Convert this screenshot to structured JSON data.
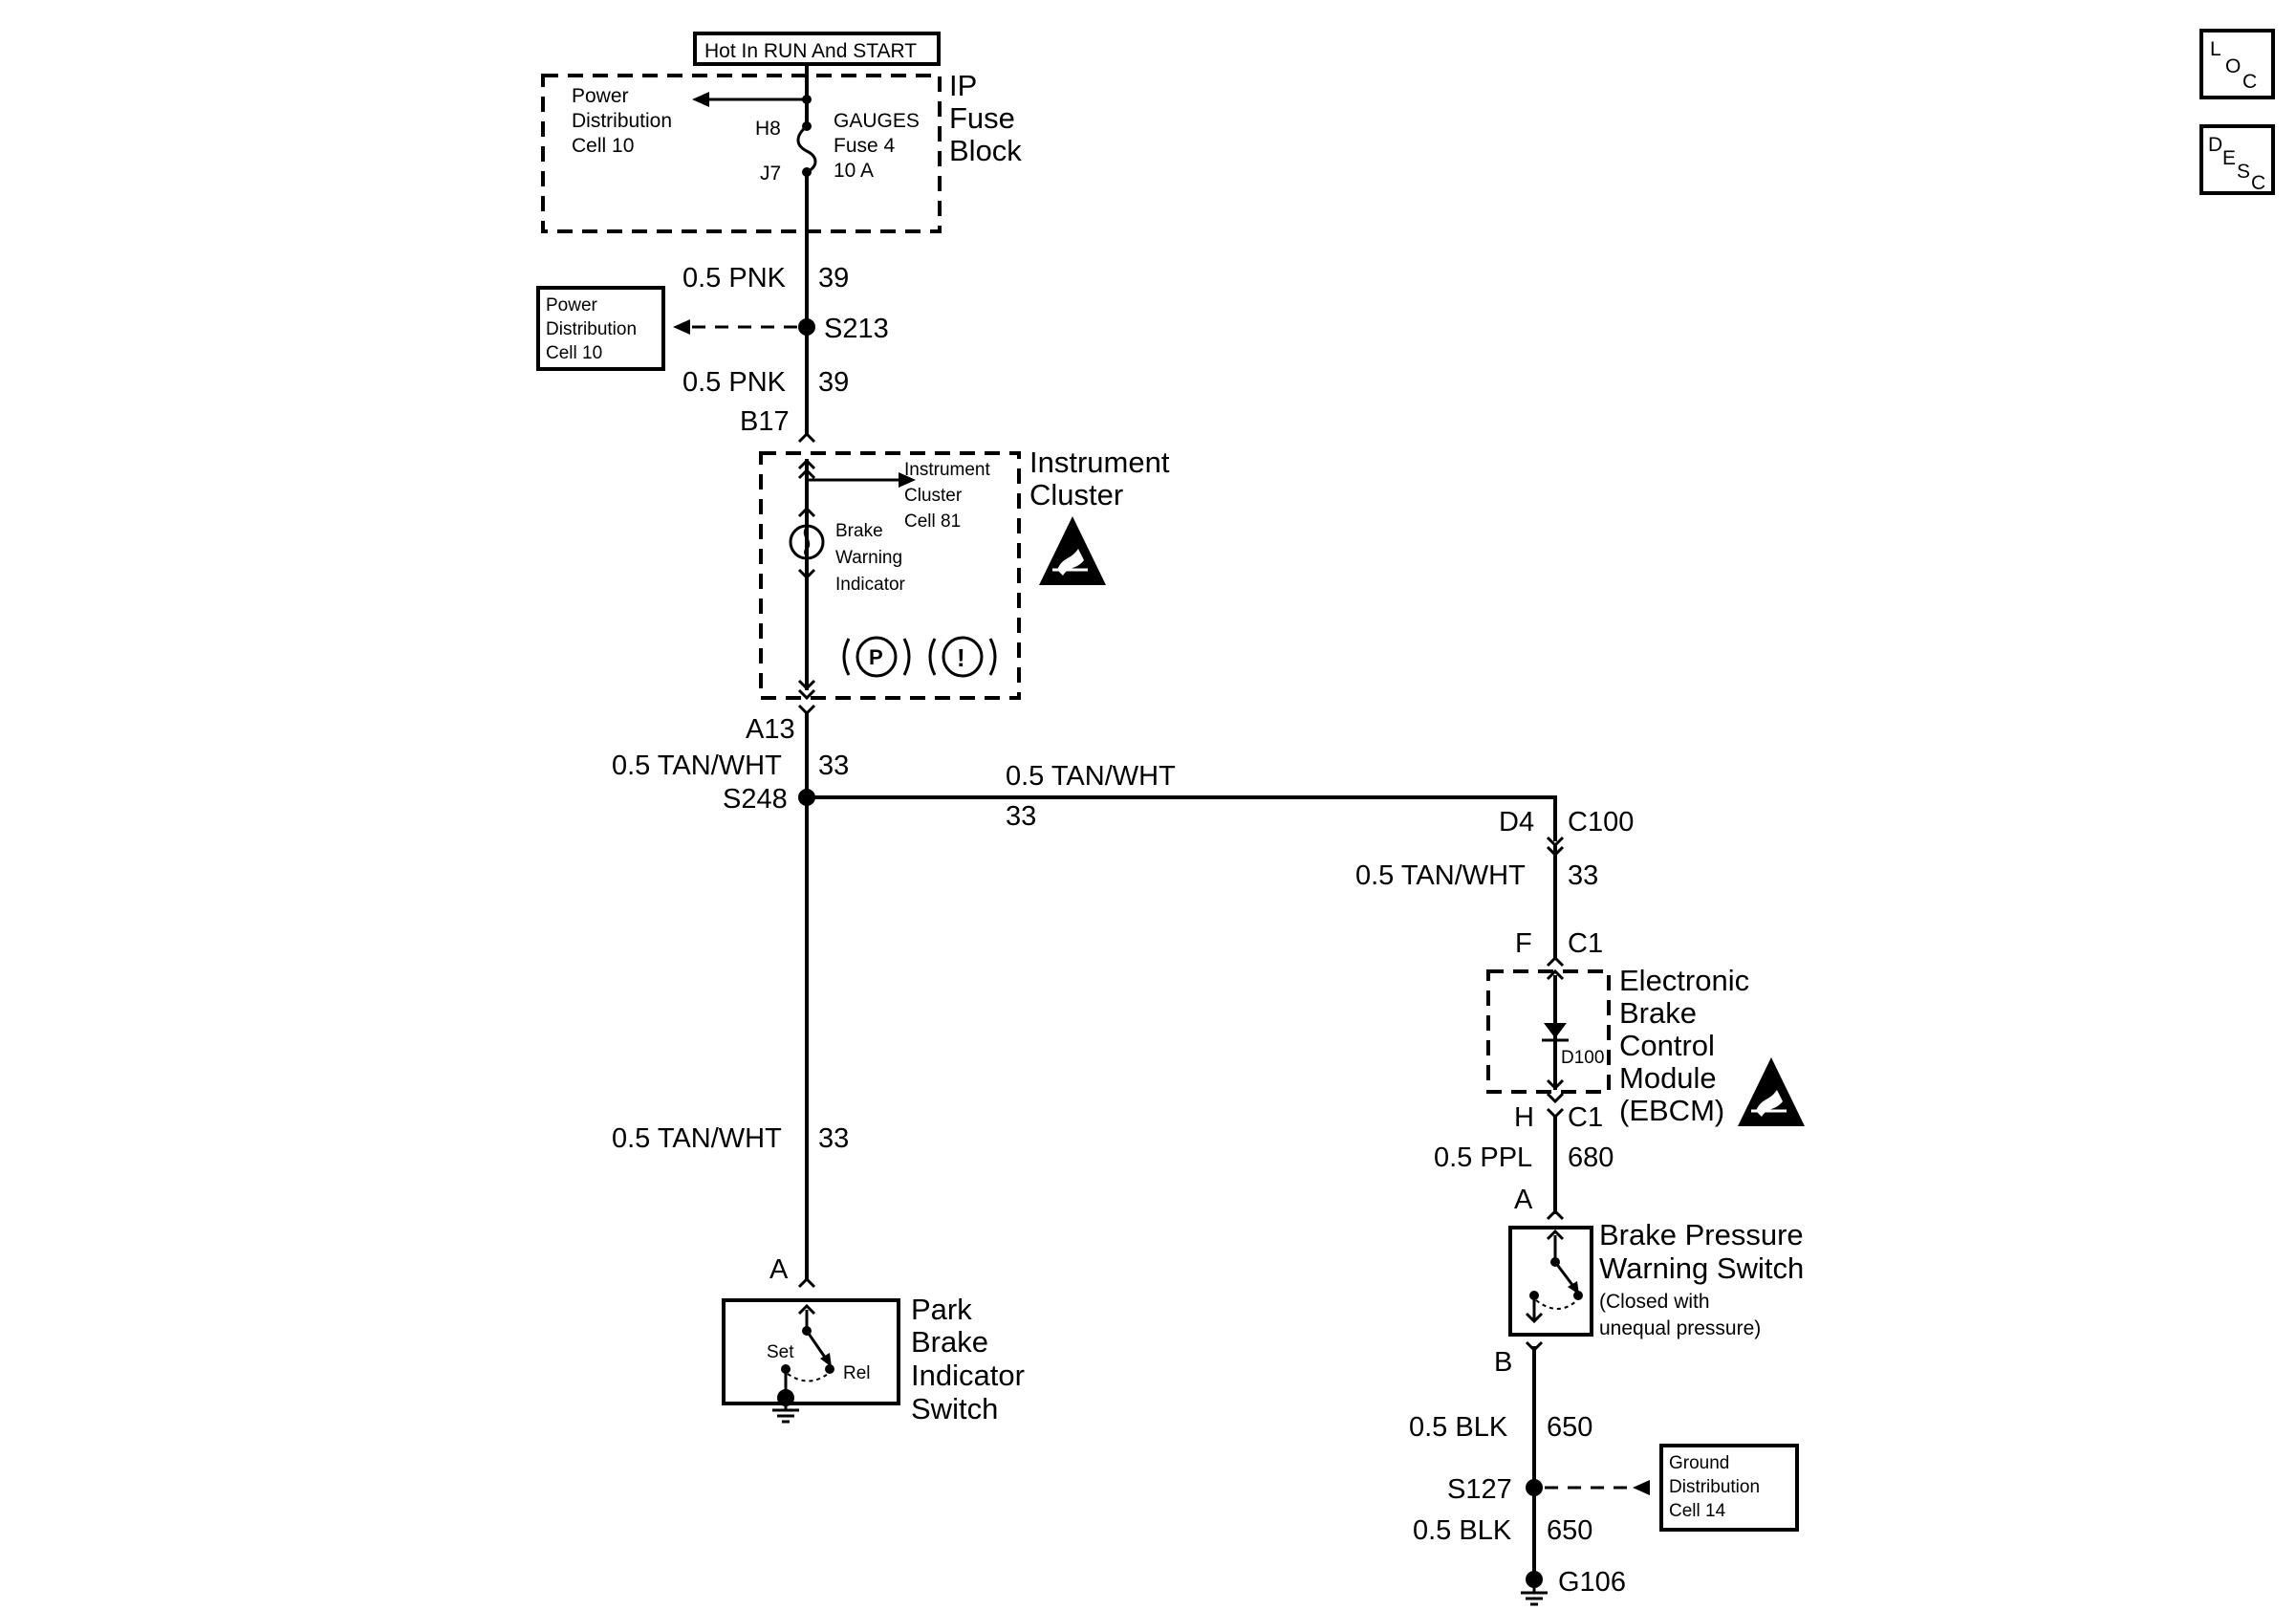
{
  "top": {
    "hot_label": "Hot In RUN And START"
  },
  "fuse_block": {
    "title_lines": [
      "IP",
      "Fuse",
      "Block"
    ],
    "pd_ref_lines": [
      "Power",
      "Distribution",
      "Cell 10"
    ],
    "pin_top": "H8",
    "pin_bottom": "J7",
    "fuse_lines": [
      "GAUGES",
      "Fuse 4",
      "10 A"
    ]
  },
  "wire_39": {
    "gauge": "0.5 PNK",
    "circuit": "39"
  },
  "splice_s213": {
    "name": "S213",
    "ref_lines": [
      "Power",
      "Distribution",
      "Cell 10"
    ]
  },
  "connector_b17": "B17",
  "instrument_cluster": {
    "title_lines": [
      "Instrument",
      "Cluster"
    ],
    "ref_lines": [
      "Instrument",
      "Cluster",
      "Cell 81"
    ],
    "indicator_lines": [
      "Brake",
      "Warning",
      "Indicator"
    ],
    "symbol_p": "P",
    "symbol_excl": "!"
  },
  "connector_a13": "A13",
  "wire_33": {
    "gauge": "0.5 TAN/WHT",
    "circuit": "33"
  },
  "splice_s248": "S248",
  "c100": {
    "pin": "D4",
    "name": "C100"
  },
  "ebcm": {
    "pin_top": "F",
    "conn_top": "C1",
    "title_lines": [
      "Electronic",
      "Brake",
      "Control",
      "Module",
      "(EBCM)"
    ],
    "diode": "D100",
    "pin_bottom": "H",
    "conn_bottom": "C1"
  },
  "wire_680": {
    "gauge": "0.5 PPL",
    "circuit": "680"
  },
  "brake_pressure_switch": {
    "pin_top": "A",
    "title_lines": [
      "Brake Pressure",
      "Warning Switch"
    ],
    "note_lines": [
      "(Closed with",
      "unequal pressure)"
    ],
    "pin_bottom": "B"
  },
  "park_brake_switch": {
    "pin": "A",
    "title_lines": [
      "Park",
      "Brake",
      "Indicator",
      "Switch"
    ],
    "set": "Set",
    "rel": "Rel"
  },
  "wire_650": {
    "gauge": "0.5 BLK",
    "circuit": "650"
  },
  "splice_s127": {
    "name": "S127",
    "ref_lines": [
      "Ground",
      "Distribution",
      "Cell 14"
    ]
  },
  "ground": "G106",
  "side_icons": {
    "loc": [
      "L",
      "O",
      "C"
    ],
    "desc": [
      "D",
      "E",
      "S",
      "C"
    ]
  }
}
